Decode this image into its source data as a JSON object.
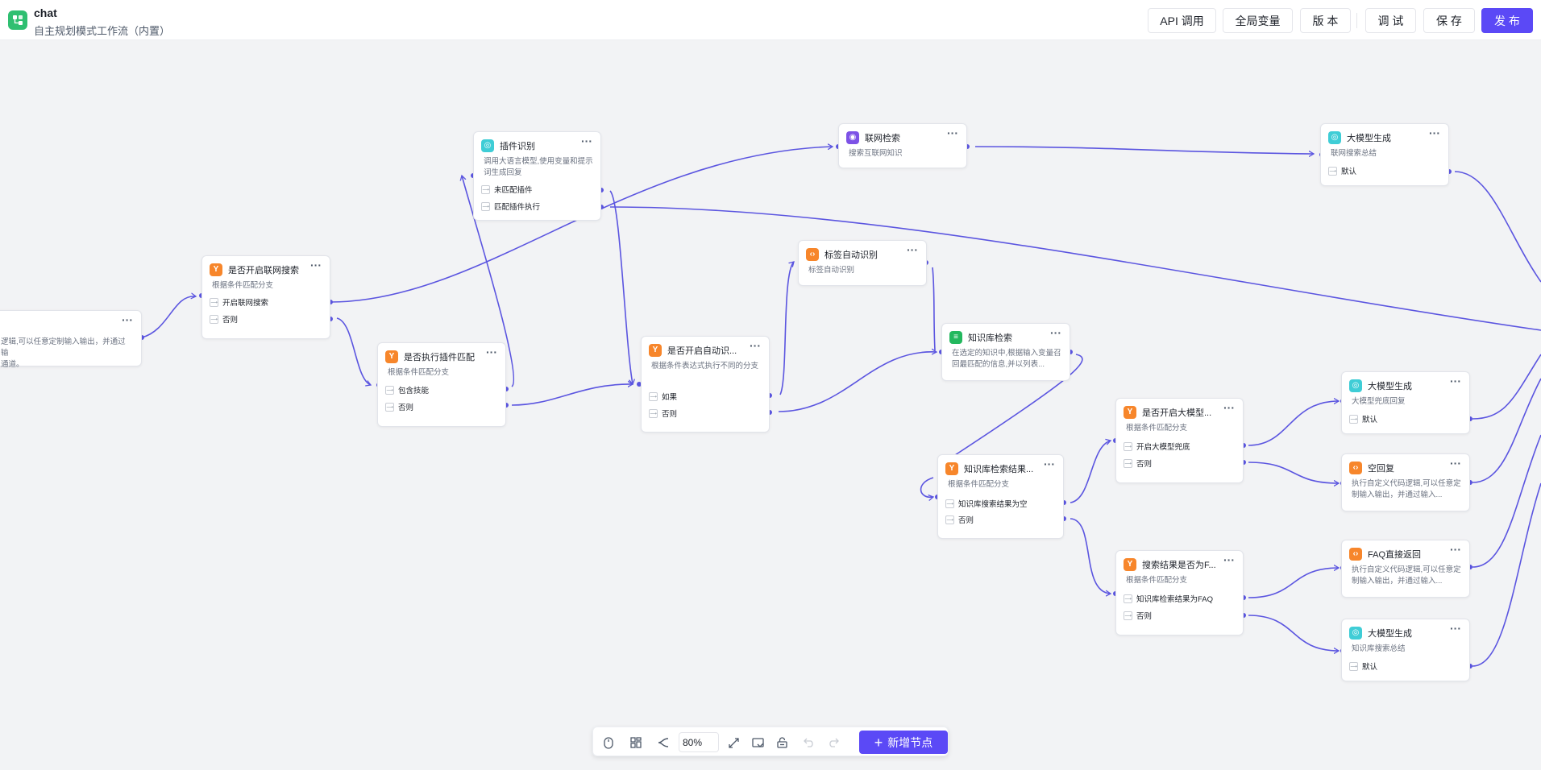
{
  "header": {
    "title": "chat",
    "subtitle": "自主规划模式工作流（内置）",
    "buttons": {
      "api": "API 调用",
      "globals": "全局变量",
      "version": "版 本",
      "debug": "调 试",
      "save": "保 存",
      "publish": "发 布"
    }
  },
  "colors": {
    "accent": "#5b49f6",
    "edge": "#5b55e0",
    "canvas": "#f2f3f5",
    "icon_orange": "#f7862b",
    "icon_cyan": "#3fcdd6",
    "icon_purple": "#7d52e6",
    "icon_green": "#23b85e"
  },
  "nodes": {
    "partial": {
      "icon": "code-icon",
      "desc": "逻辑,可以任意定制输入输出，并通过输\n通道。"
    },
    "web_search_branch": {
      "icon": "branch-icon",
      "title": "是否开启联网搜索",
      "desc": "根据条件匹配分支",
      "rows": [
        "开启联网搜索",
        "否则"
      ]
    },
    "plugin_recog": {
      "icon": "model-icon",
      "title": "插件识别",
      "desc": "调用大语言模型,使用变量和提示词生成回复",
      "rows": [
        "未匹配插件",
        "匹配插件执行"
      ]
    },
    "plugin_branch": {
      "icon": "branch-icon",
      "title": "是否执行插件匹配",
      "desc": "根据条件匹配分支",
      "rows": [
        "包含技能",
        "否则"
      ]
    },
    "web_search": {
      "icon": "globe-icon",
      "title": "联网检索",
      "desc": "搜索互联网知识"
    },
    "tag_recog": {
      "icon": "code-icon",
      "title": "标签自动识别",
      "desc": "标签自动识别"
    },
    "auto_branch": {
      "icon": "branch-icon",
      "title": "是否开启自动识...",
      "desc": "根据条件表达式执行不同的分支",
      "rows": [
        "如果",
        "否则"
      ]
    },
    "kb_search": {
      "icon": "database-icon",
      "title": "知识库检索",
      "desc": "在选定的知识中,根据输入变量召回最匹配的信息,并以列表..."
    },
    "kb_result_branch": {
      "icon": "branch-icon",
      "title": "知识库检索结果...",
      "desc": "根据条件匹配分支",
      "rows": [
        "知识库搜索结果为空",
        "否则"
      ]
    },
    "llm_branch": {
      "icon": "branch-icon",
      "title": "是否开启大模型...",
      "desc": "根据条件匹配分支",
      "rows": [
        "开启大模型兜底",
        "否则"
      ]
    },
    "faq_branch": {
      "icon": "branch-icon",
      "title": "搜索结果是否为F...",
      "desc": "根据条件匹配分支",
      "rows": [
        "知识库检索结果为FAQ",
        "否则"
      ]
    },
    "llm_top": {
      "icon": "model-icon",
      "title": "大模型生成",
      "desc": "联网搜索总结",
      "rows": [
        "默认"
      ]
    },
    "llm_mid": {
      "icon": "model-icon",
      "title": "大模型生成",
      "desc": "大模型兜底回复",
      "rows": [
        "默认"
      ]
    },
    "empty_reply": {
      "icon": "code-icon",
      "title": "空回复",
      "desc": "执行自定义代码逻辑,可以任意定制输入输出，并通过输入..."
    },
    "faq_return": {
      "icon": "code-icon",
      "title": "FAQ直接返回",
      "desc": "执行自定义代码逻辑,可以任意定制输入输出，并通过输入..."
    },
    "llm_bottom": {
      "icon": "model-icon",
      "title": "大模型生成",
      "desc": "知识库搜索总结",
      "rows": [
        "默认"
      ]
    }
  },
  "toolbar": {
    "zoom": "80%",
    "add_node": "新增节点",
    "icons": [
      "mouse-icon",
      "layout-icon",
      "connector-icon",
      "fit-view-icon",
      "minimap-icon",
      "unlock-icon",
      "undo-icon",
      "redo-icon"
    ]
  }
}
